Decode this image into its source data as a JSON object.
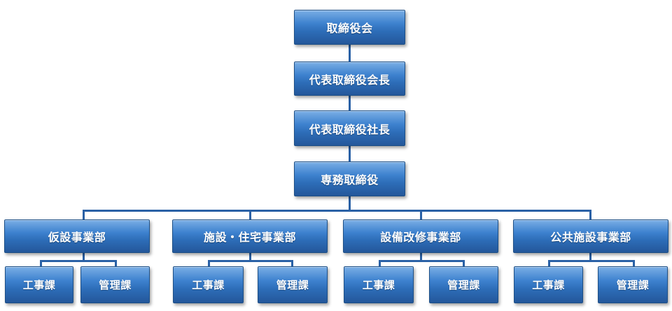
{
  "top_chain": [
    "取締役会",
    "代表取締役会長",
    "代表取締役社長",
    "専務取締役"
  ],
  "divisions": [
    {
      "name": "仮設事業部",
      "sections": [
        "工事課",
        "管理課"
      ]
    },
    {
      "name": "施設・住宅事業部",
      "sections": [
        "工事課",
        "管理課"
      ]
    },
    {
      "name": "設備改修事業部",
      "sections": [
        "工事課",
        "管理課"
      ]
    },
    {
      "name": "公共施設事業部",
      "sections": [
        "工事課",
        "管理課"
      ]
    }
  ],
  "colors": {
    "box_top": "#7aaee5",
    "box_bottom": "#24579a",
    "line": "#2a61a6",
    "text": "#ffffff"
  }
}
